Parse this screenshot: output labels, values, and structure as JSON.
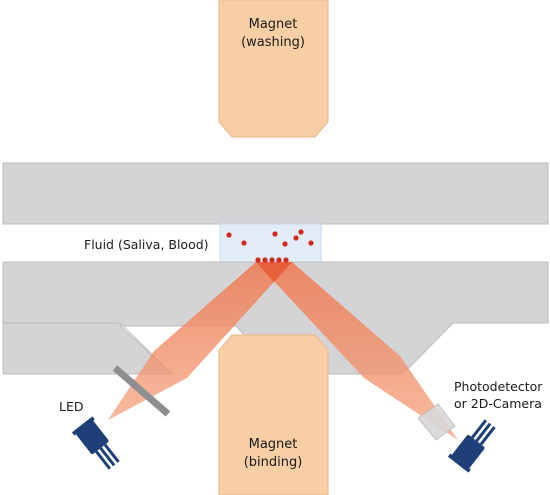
{
  "labels": {
    "magnet_top_line1": "Magnet",
    "magnet_top_line2": "(washing)",
    "magnet_bottom_line1": "Magnet",
    "magnet_bottom_line2": "(binding)",
    "fluid": "Fluid (Saliva, Blood)",
    "led": "LED",
    "detector_line1": "Photodetector",
    "detector_line2": "or 2D-Camera"
  },
  "colors": {
    "magnet_fill": "#f8cfa5",
    "magnet_stroke": "#e9b886",
    "plate_fill": "#d4d4d6",
    "plate_stroke": "#bdbdc0",
    "fluid_fill": "#e2ecf6",
    "beam": "#ef8a68",
    "particle": "#d42a1e",
    "device": "#1f3f78",
    "lens": "#8f8f92"
  }
}
